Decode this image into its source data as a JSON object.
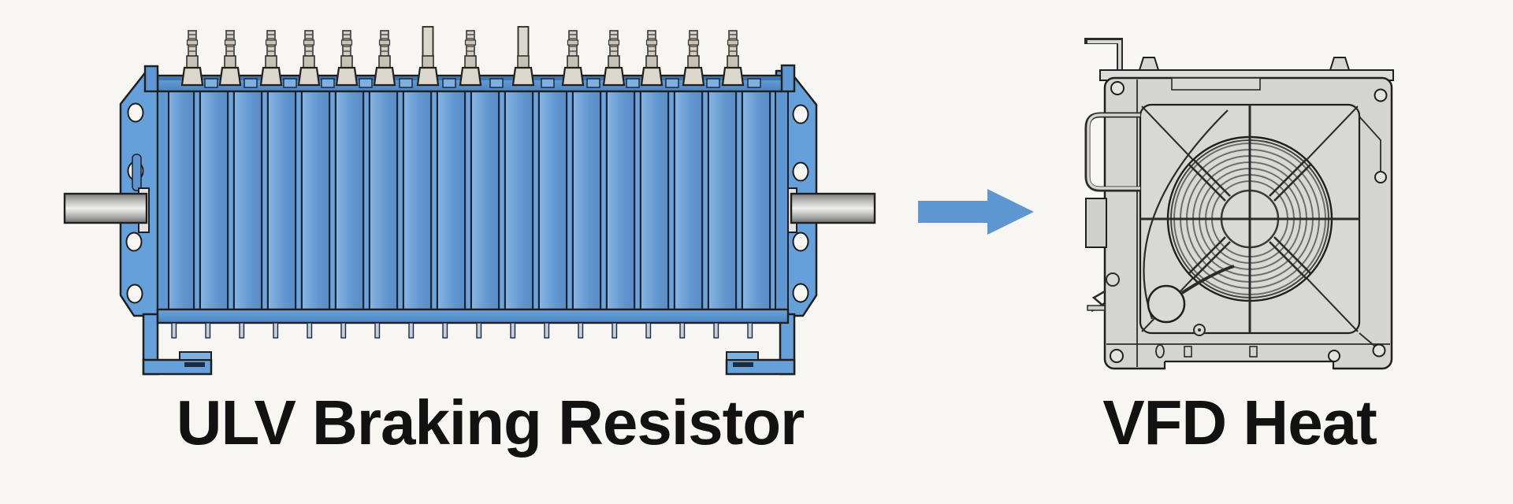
{
  "figure": {
    "source": {
      "label": "ULV Braking Resistor"
    },
    "target": {
      "label": "VFD Heat"
    },
    "flow_icon": "right-arrow",
    "colors": {
      "resistor_fin_blue": "#6b9fd6",
      "resistor_frame_blue": "#5e97d3",
      "arrow_blue": "#5d96d0",
      "heater_gray": "#d4d4d1",
      "terminal_gray": "#d9d5cc",
      "outline_dark": "#1f1f1f",
      "background": "#f8f6f3",
      "label_text": "#121212"
    }
  }
}
